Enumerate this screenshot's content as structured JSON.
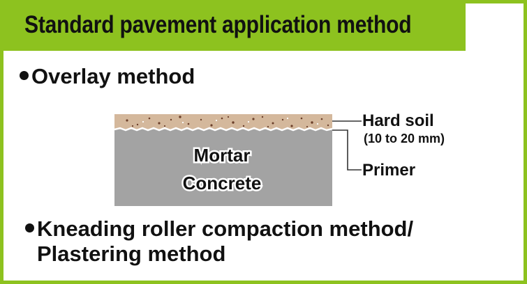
{
  "title": "Standard pavement application method",
  "section1": {
    "label": "Overlay method"
  },
  "section2": {
    "line1": "Kneading roller compaction method/",
    "line2": "Plastering method"
  },
  "diagram": {
    "layer_base_line1": "Mortar",
    "layer_base_line2": "Concrete",
    "callout_surface": "Hard soil",
    "callout_surface_thickness": "(10 to 20 mm)",
    "callout_primer": "Primer"
  },
  "colors": {
    "accent_green": "#8dc21f",
    "soil": "#d4b89c",
    "concrete": "#a3a3a3",
    "text": "#111111"
  }
}
